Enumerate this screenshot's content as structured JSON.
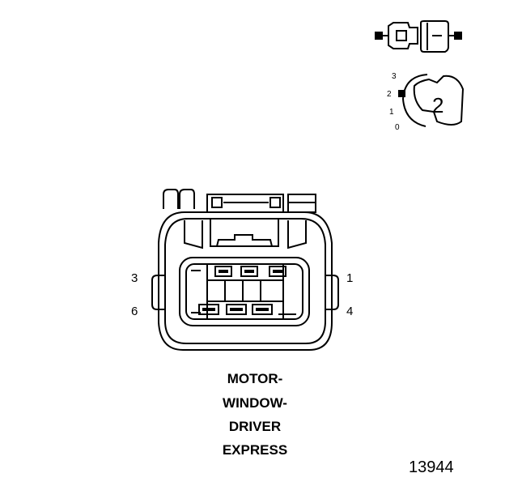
{
  "connector": {
    "name_lines": [
      "MOTOR-",
      "WINDOW-",
      "DRIVER",
      "EXPRESS"
    ],
    "pin_labels": {
      "top_left": "3",
      "bottom_left": "6",
      "top_right": "1",
      "bottom_right": "4"
    }
  },
  "key_position": {
    "scale": [
      "3",
      "2",
      "1",
      "0"
    ],
    "selected": "2"
  },
  "figure_id": "13944"
}
